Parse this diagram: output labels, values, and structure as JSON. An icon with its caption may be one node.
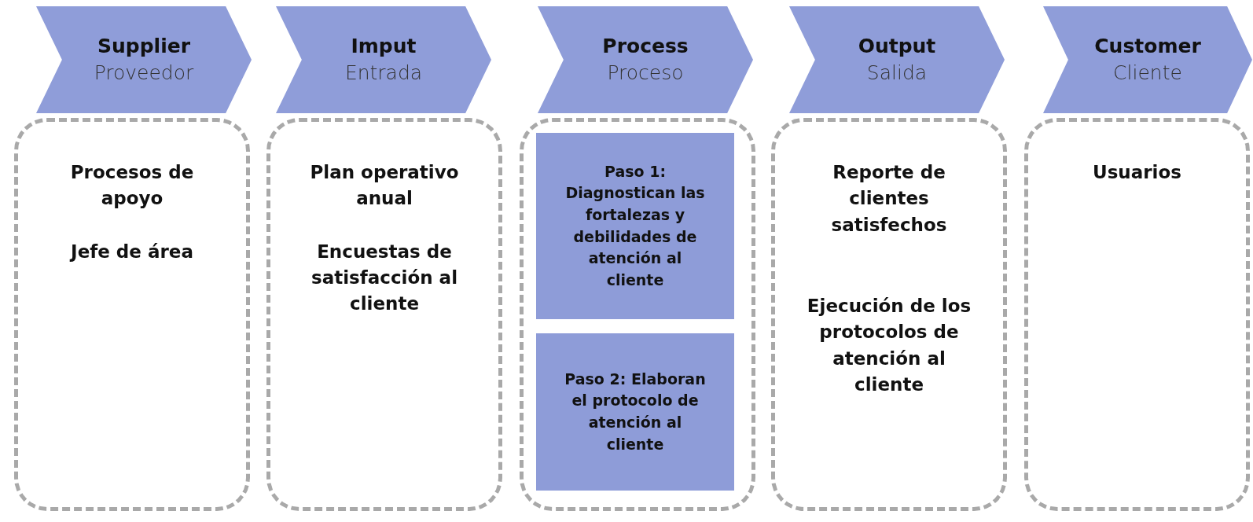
{
  "diagram": {
    "nodes": [
      {
        "text": [
          "Supplier",
          "Proveedor"
        ]
      },
      {
        "text": [
          "Procesos de apoyo",
          "Jefe de área"
        ]
      },
      {
        "text": [
          "Imput",
          "Entrada"
        ]
      },
      {
        "text": [
          "Plan operativo anual",
          "Encuestas de satisfacción al cliente"
        ]
      },
      {
        "text": [
          "Process",
          "Proceso"
        ]
      },
      {
        "text": [],
        "shape": "box"
      },
      {
        "text": [
          "Paso 1: Diagnostican las fortalezas y debilidades de atención al cliente"
        ],
        "in": 5
      },
      {
        "text": [
          "Paso 2: Elaboran el protocolo de atención al cliente"
        ],
        "in": 5
      },
      {
        "text": [
          "Output",
          "Salida"
        ]
      },
      {
        "text": [
          "Reporte de clientes satisfechos",
          "Ejecución de los protocolos de atención al cliente"
        ]
      },
      {
        "text": [
          "Customer",
          "Cliente"
        ]
      },
      {
        "text": [
          "Usuarios"
        ]
      }
    ],
    "edges": []
  }
}
